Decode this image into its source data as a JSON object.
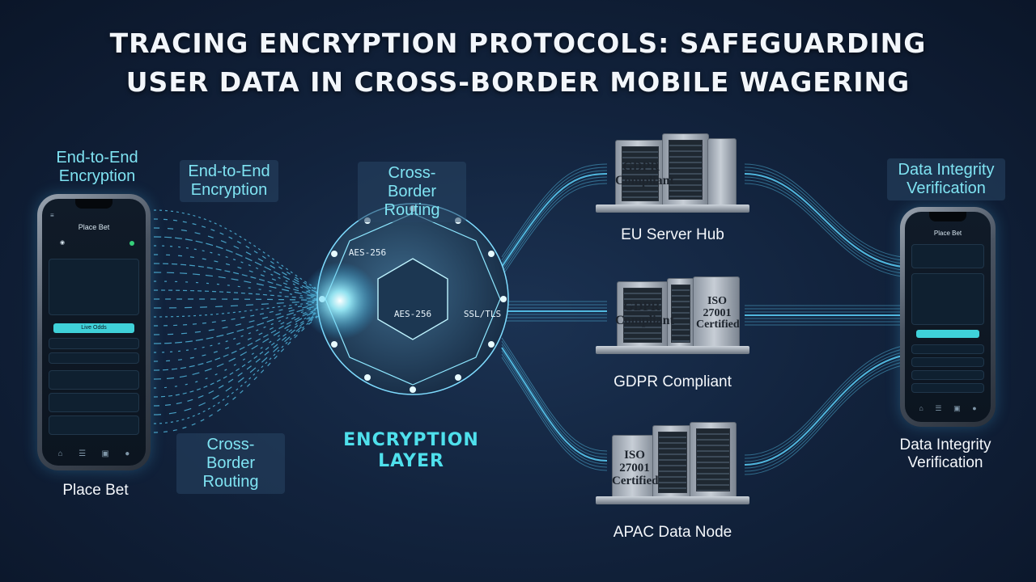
{
  "title": {
    "line1": "TRACING ENCRYPTION PROTOCOLS: SAFEGUARDING",
    "line2": "USER DATA IN CROSS-BORDER MOBILE WAGERING"
  },
  "labels": {
    "left_e2e": "End-to-End Encryption",
    "e2e_boxed": "End-to-End Encryption",
    "cross_border_top": "Cross-Border Routing",
    "cross_border_bottom": "Cross-Border Routing",
    "encryption_layer": "ENCRYPTION LAYER",
    "data_integrity_top": "Data Integrity Verification",
    "data_integrity_bottom": "Data Integrity Verification",
    "place_bet": "Place Bet"
  },
  "core": {
    "center": "AES-256",
    "right": "SSL/TLS",
    "top": "AES-256"
  },
  "servers": [
    {
      "name": "EU Server Hub",
      "rack_text": "GDPR Compliant"
    },
    {
      "name": "GDPR Compliant",
      "rack_text": "GDPR Compliant",
      "rack_text_2": "ISO 27001 Certified"
    },
    {
      "name": "APAC Data Node",
      "rack_text": "ISO 27001 Certified"
    }
  ],
  "phone_left": {
    "header": "Place Bet",
    "button": "Live Odds"
  },
  "phone_right": {
    "header": "Place Bet"
  },
  "colors": {
    "background": "#12233d",
    "accent_cyan": "#4fe0ec",
    "label_cyan": "#7fe3f2",
    "stream": "#58c8f0"
  }
}
